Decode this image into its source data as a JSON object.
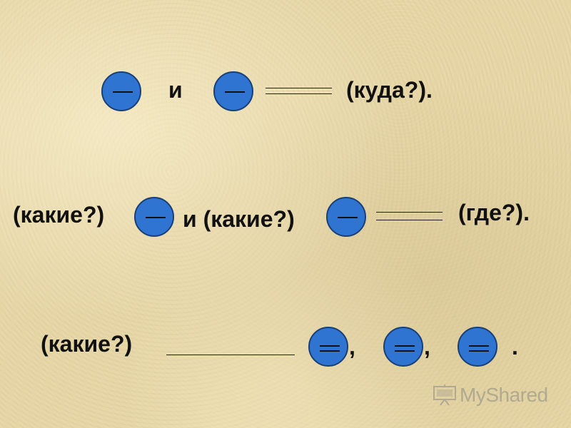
{
  "row1": {
    "conj": "и",
    "question": "(куда?)."
  },
  "row2": {
    "question_left": "(какие?)",
    "conj_question": "и (какие?)",
    "question_right": "(где?)."
  },
  "row3": {
    "question": "(какие?)",
    "comma1": ",",
    "comma2": ",",
    "period": "."
  },
  "watermark": {
    "text": "MyShared",
    "icon": "presentation-board-icon"
  },
  "colors": {
    "circle_fill": "#2e74d0",
    "circle_border": "#1a3f78",
    "text": "#111111",
    "background": "#e6d6a6"
  }
}
